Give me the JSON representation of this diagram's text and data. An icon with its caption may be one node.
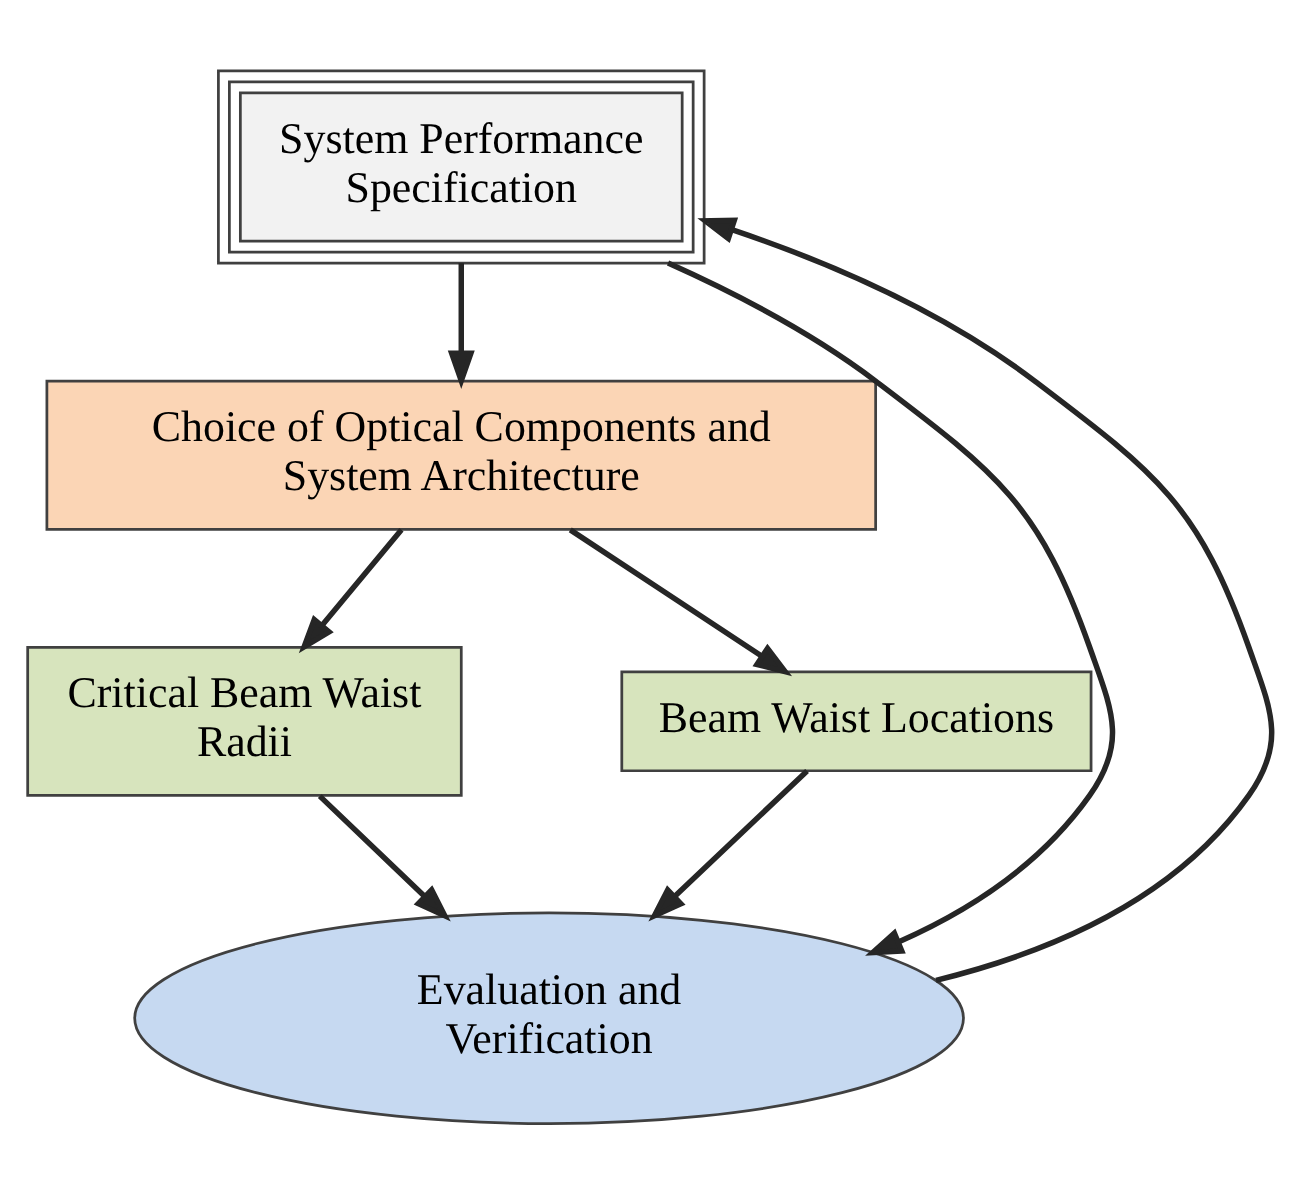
{
  "diagram": {
    "nodes": [
      {
        "text": [
          "System Performance Specification"
        ]
      },
      {
        "text": [
          "Choice of Optical Components and System Architecture"
        ]
      },
      {
        "text": [
          "Critical Beam Waist Radii"
        ]
      },
      {
        "text": [
          "Beam Waist Locations"
        ]
      },
      {
        "text": [
          "Evaluation and Verification"
        ]
      }
    ],
    "edges": [
      {
        "from": 0,
        "to": 1,
        "arrow": "to"
      },
      {
        "from": 1,
        "to": 2,
        "arrow": "to"
      },
      {
        "from": 1,
        "to": 3,
        "arrow": "to"
      },
      {
        "from": 2,
        "to": 4,
        "arrow": "to"
      },
      {
        "from": 3,
        "to": 4,
        "arrow": "to"
      },
      {
        "from": 4,
        "to": 0,
        "arrow": "to"
      },
      {
        "from": 0,
        "to": 4,
        "arrow": "to"
      }
    ]
  }
}
